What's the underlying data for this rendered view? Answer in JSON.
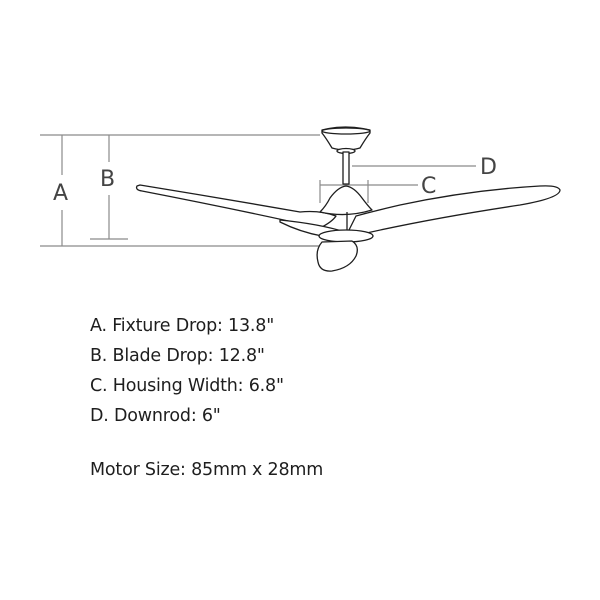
{
  "diagram": {
    "title": "Ceiling fan dimension diagram",
    "labels": {
      "a": "A",
      "b": "B",
      "c": "C",
      "d": "D"
    }
  },
  "specs": [
    {
      "letter": "A",
      "text": "A. Fixture Drop: 13.8\""
    },
    {
      "letter": "B",
      "text": "B. Blade Drop: 12.8\""
    },
    {
      "letter": "C",
      "text": "C. Housing Width: 6.8\""
    },
    {
      "letter": "D",
      "text": "D. Downrod: 6\""
    }
  ],
  "motor": {
    "text": "Motor Size: 85mm x 28mm"
  },
  "colors": {
    "dimension_line": "#8a8a8a",
    "drawing_line": "#1e1e1e",
    "text": "#1e1e1e"
  }
}
